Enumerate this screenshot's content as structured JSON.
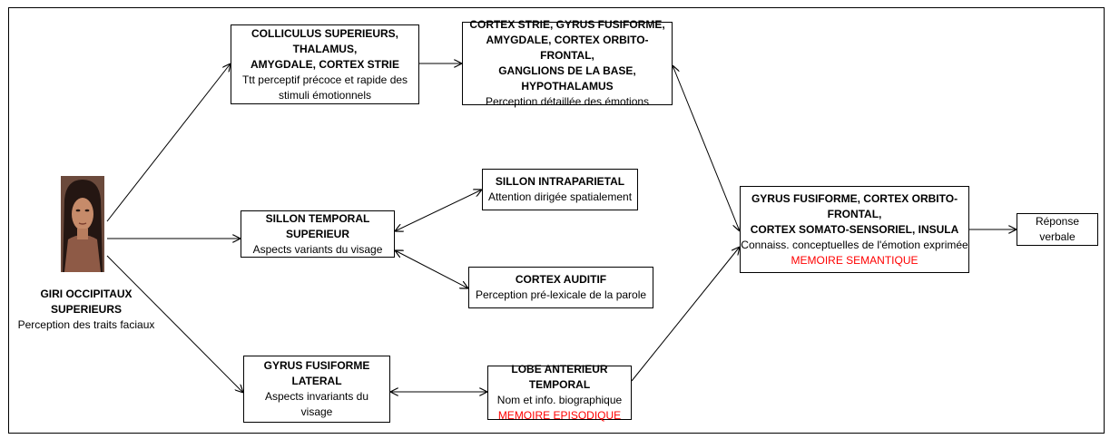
{
  "source": {
    "title": "GIRI OCCIPITAUX SUPERIEURS",
    "desc": "Perception des traits faciaux"
  },
  "nodes": {
    "colliculus": {
      "lines": [
        "COLLICULUS SUPERIEURS, THALAMUS,",
        "AMYGDALE, CORTEX STRIE"
      ],
      "desc": [
        "Ttt perceptif précoce et rapide des",
        "stimuli émotionnels"
      ]
    },
    "cortex_strie": {
      "lines": [
        "CORTEX STRIE, GYRUS FUSIFORME,",
        "AMYGDALE, CORTEX ORBITO-FRONTAL,",
        "GANGLIONS DE LA BASE, HYPOTHALAMUS"
      ],
      "desc": [
        "Perception détaillée des émotions"
      ]
    },
    "sillon_intraparietal": {
      "lines": [
        "SILLON INTRAPARIETAL"
      ],
      "desc": [
        "Attention dirigée spatialement"
      ]
    },
    "sillon_temporal": {
      "lines": [
        "SILLON TEMPORAL SUPERIEUR"
      ],
      "desc": [
        "Aspects variants du visage"
      ]
    },
    "cortex_auditif": {
      "lines": [
        "CORTEX AUDITIF"
      ],
      "desc": [
        "Perception pré-lexicale de la parole"
      ]
    },
    "gyrus_lateral": {
      "lines": [
        "GYRUS FUSIFORME LATERAL"
      ],
      "desc": [
        "Aspects invariants du",
        "visage"
      ]
    },
    "lobe_temporal": {
      "lines": [
        "LOBE ANTERIEUR TEMPORAL"
      ],
      "desc": [
        "Nom et info. biographique"
      ],
      "memory": "MEMOIRE EPISODIQUE"
    },
    "gyrus_fusiforme": {
      "lines": [
        "GYRUS FUSIFORME, CORTEX ORBITO-FRONTAL,",
        "CORTEX SOMATO-SENSORIEL, INSULA"
      ],
      "desc": [
        "Connaiss. conceptuelles de l'émotion exprimée"
      ],
      "memory": "MEMOIRE SEMANTIQUE"
    },
    "reponse": {
      "lines": [
        "Réponse verbale"
      ]
    }
  },
  "colors": {
    "memory": "#ff0000",
    "border": "#000000"
  }
}
